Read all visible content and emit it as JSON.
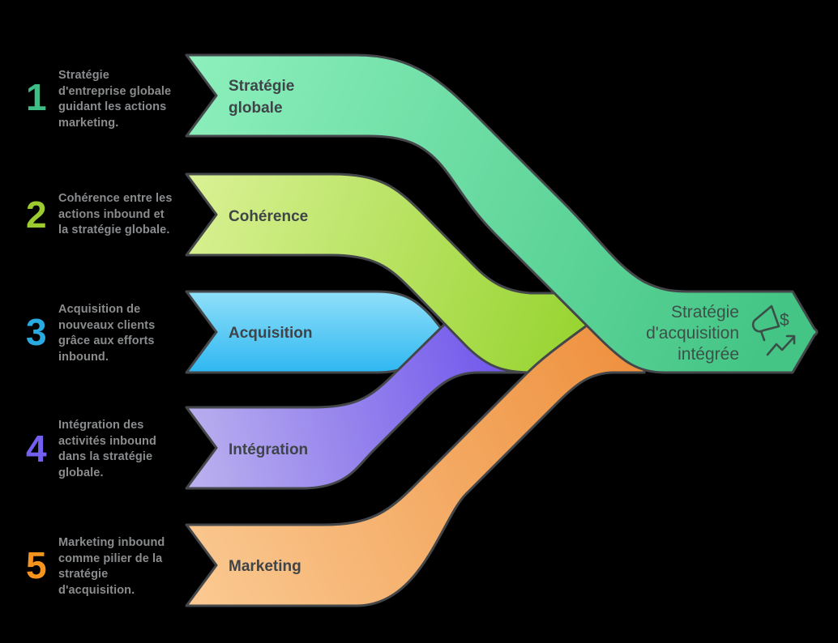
{
  "background_color": "#000000",
  "steps": [
    {
      "number": "1",
      "number_color": "#3DBE86",
      "description": "Stratégie d'entreprise globale guidant les actions marketing.",
      "label_lines": [
        "Stratégie",
        "globale"
      ],
      "band_color_start": "#8CEFBC",
      "band_color_end": "#44C585"
    },
    {
      "number": "2",
      "number_color": "#9BCB2F",
      "description": "Cohérence entre les actions inbound et la stratégie globale.",
      "label_lines": [
        "Cohérence"
      ],
      "band_color_start": "#D9F194",
      "band_color_end": "#93D22A"
    },
    {
      "number": "3",
      "number_color": "#29ABE2",
      "description": "Acquisition de nouveaux clients grâce aux efforts inbound.",
      "label_lines": [
        "Acquisition"
      ],
      "band_color_start": "#90E0F9",
      "band_color_end": "#2FB7F1"
    },
    {
      "number": "4",
      "number_color": "#7460EE",
      "description": "Intégration des activités inbound dans la stratégie globale.",
      "label_lines": [
        "Intégration"
      ],
      "band_color_start": "#B9AEEE",
      "band_color_end": "#7157EC"
    },
    {
      "number": "5",
      "number_color": "#F7941E",
      "description": "Marketing inbound comme pilier de la stratégie d'acquisition.",
      "label_lines": [
        "Marketing"
      ],
      "band_color_start": "#FAC890",
      "band_color_end": "#EE8F3C"
    }
  ],
  "result": {
    "label_lines": [
      "Stratégie",
      "d'acquisition",
      "intégrée"
    ],
    "icon": "megaphone-dollar-growth-icon",
    "icon_dollar_sign": "$"
  },
  "colors": {
    "outline": "#44474A",
    "band_heading_text": "#3F4448",
    "result_text": "#3C5149",
    "description_text": "#8A8C8E"
  }
}
